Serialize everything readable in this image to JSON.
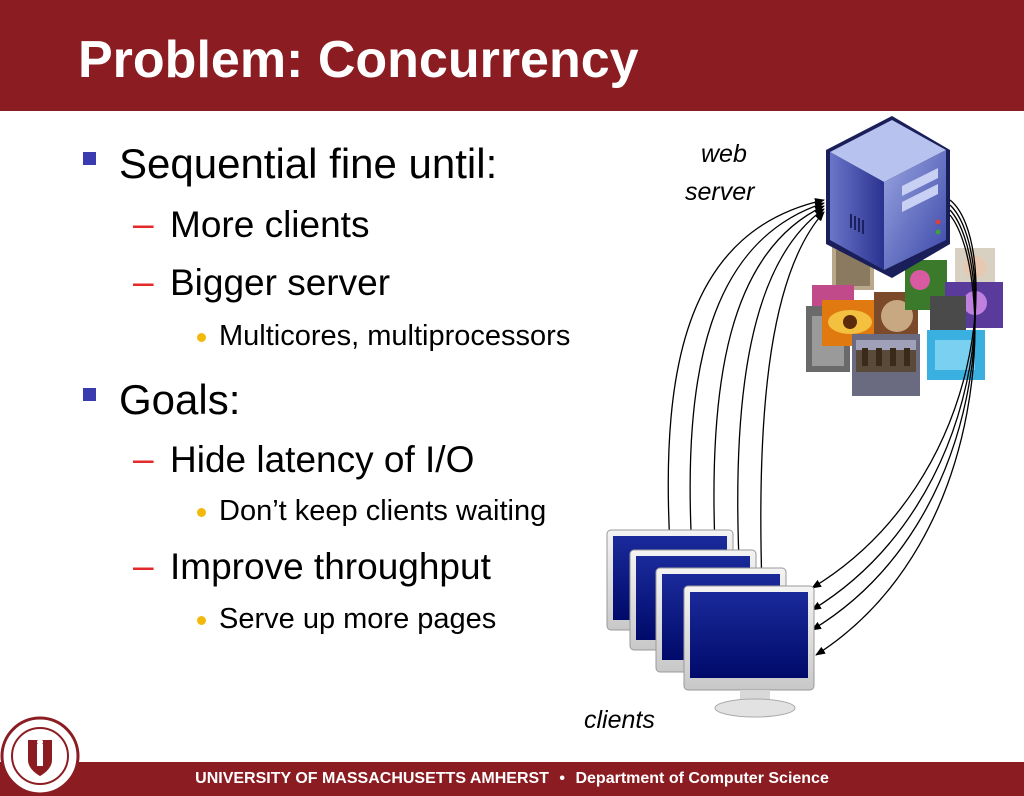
{
  "slide": {
    "title": "Problem: Concurrency",
    "bullets": {
      "b1": "Sequential fine until:",
      "b1_1": "More clients",
      "b1_2": "Bigger server",
      "b1_2_1": "Multicores, multiprocessors",
      "b2": "Goals:",
      "b2_1": "Hide latency of I/O",
      "b2_1_1": "Don’t keep clients waiting",
      "b2_2": "Improve throughput",
      "b2_2_1": "Serve up more pages"
    },
    "dash": "–"
  },
  "diagram": {
    "server_label_1": "web",
    "server_label_2": "server",
    "clients_label": "clients"
  },
  "footer": {
    "university": "UNIVERSITY OF MASSACHUSETTS AMHERST",
    "separator": "•",
    "department": "Department of Computer Science"
  },
  "colors": {
    "header": "#8b1c21",
    "bullet_l1": "#3b3bb0",
    "dash": "#e22a2a",
    "bullet_l3": "#f2b80c"
  },
  "icons": [
    "server-icon",
    "monitor-icon",
    "photo-collage",
    "university-seal"
  ]
}
